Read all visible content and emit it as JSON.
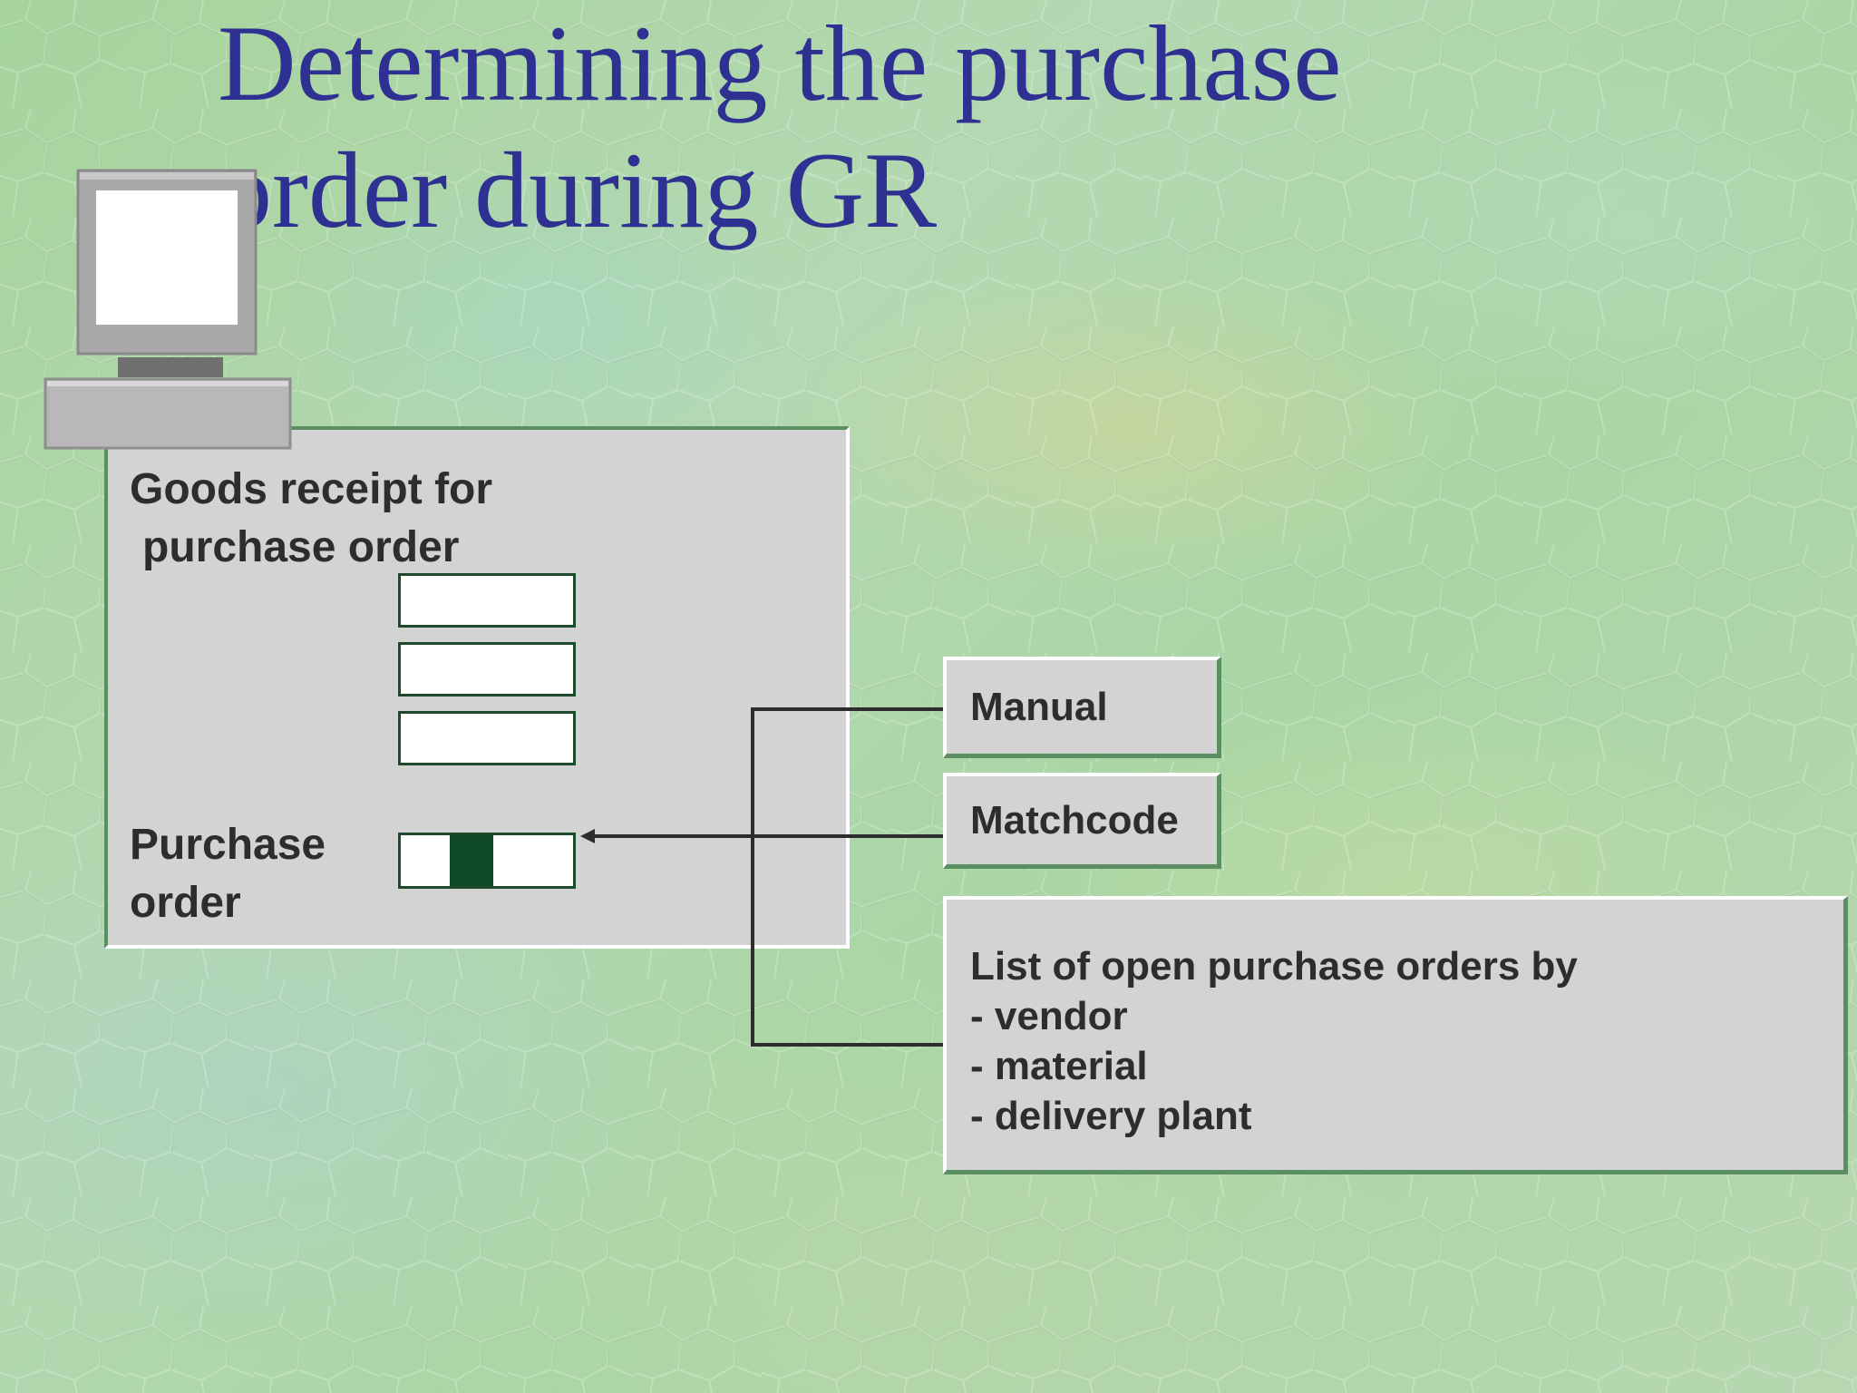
{
  "slide": {
    "title_line1": "Determining the purchase",
    "title_line2": "order during GR"
  },
  "window": {
    "title_line1": "Goods receipt for",
    "title_line2": "purchase order",
    "po_label_line1": "Purchase",
    "po_label_line2": "order"
  },
  "options": {
    "manual": "Manual",
    "matchcode": "Matchcode",
    "list_heading": "List of open purchase orders by",
    "list_items": [
      "- vendor",
      "- material",
      "- delivery plant"
    ]
  },
  "colors": {
    "title": "#2e3192",
    "panel": "#d3d3d3",
    "panel_border": "#5a8f62",
    "field_border": "#1d4a2b",
    "po_marker": "#0e4a26",
    "connector": "#2d2d2d",
    "text": "#2d2d2d"
  },
  "icons": {
    "computer": "desktop-computer-icon",
    "arrow": "arrow-left-icon"
  }
}
